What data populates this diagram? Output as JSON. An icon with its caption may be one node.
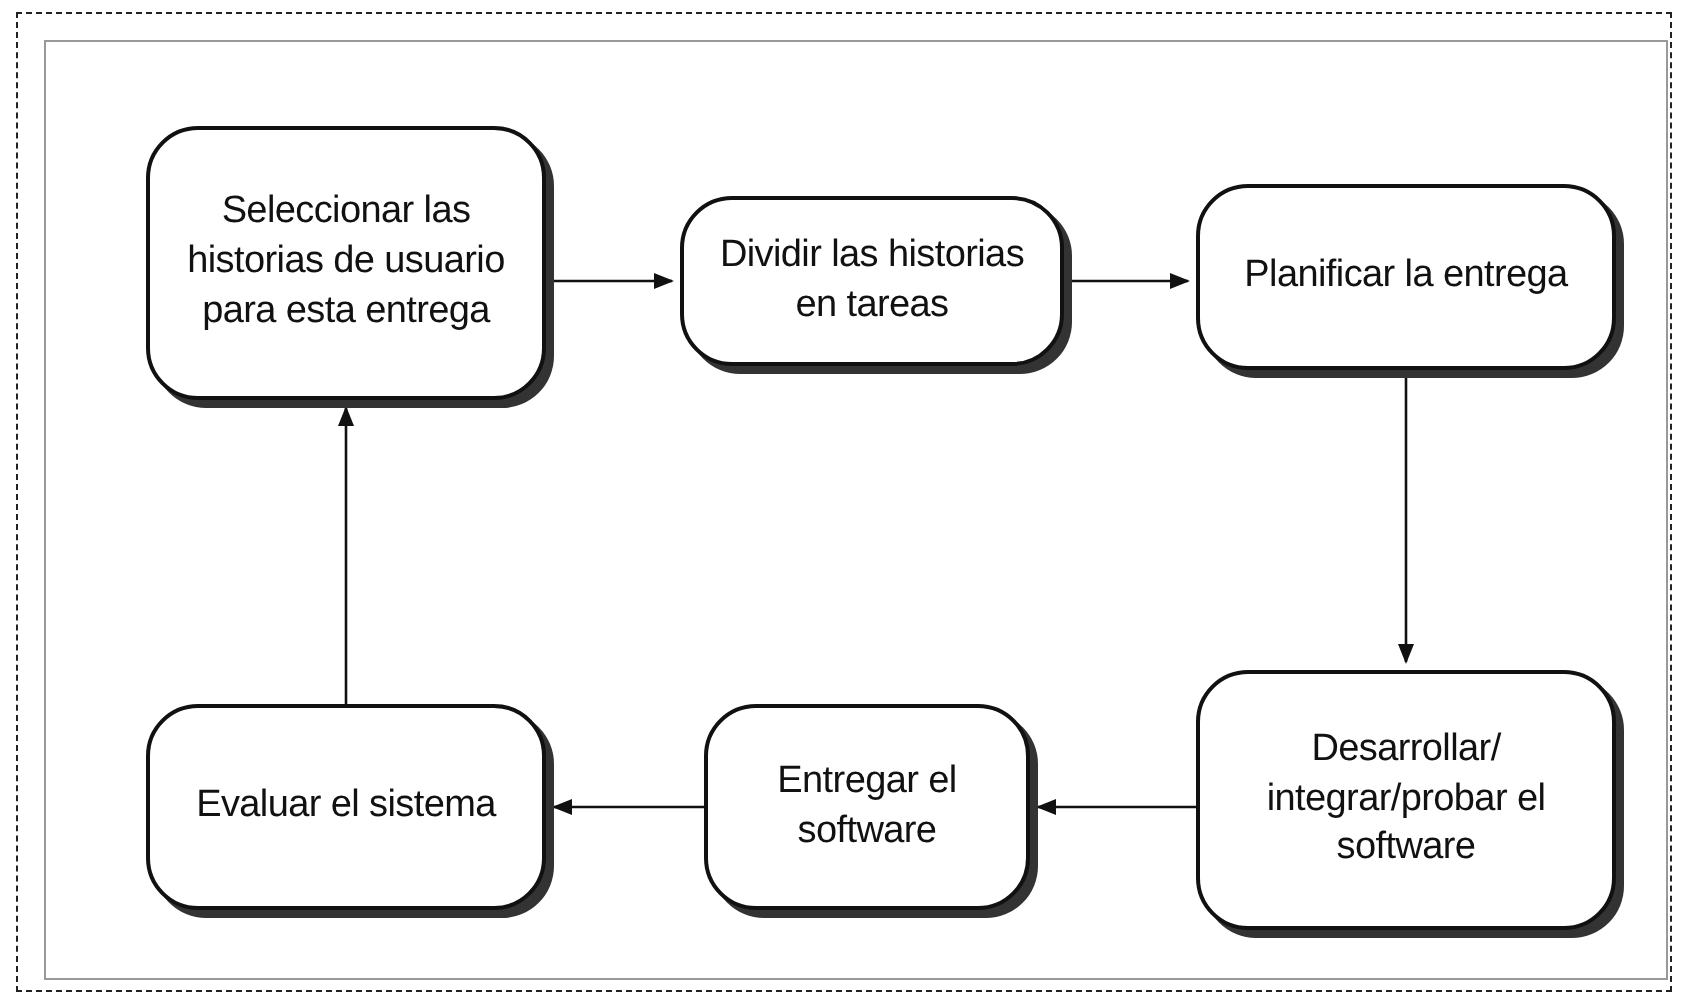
{
  "diagram": {
    "nodes": [
      {
        "text": [
          "Seleccionar las historias de usuario para esta entrega"
        ]
      },
      {
        "text": [
          "Dividir las historias en tareas"
        ]
      },
      {
        "text": [
          "Planificar la entrega"
        ]
      },
      {
        "text": [
          "Desarrollar/ integrar/probar el software"
        ]
      },
      {
        "text": [
          "Entregar el software"
        ]
      },
      {
        "text": [
          "Evaluar el sistema"
        ]
      }
    ],
    "edges": [
      {
        "from": 0,
        "to": 1,
        "arrow": "to"
      },
      {
        "from": 1,
        "to": 2,
        "arrow": "to"
      },
      {
        "from": 2,
        "to": 3,
        "arrow": "to"
      },
      {
        "from": 3,
        "to": 4,
        "arrow": "to"
      },
      {
        "from": 4,
        "to": 5,
        "arrow": "to"
      },
      {
        "from": 5,
        "to": 0,
        "arrow": "to"
      }
    ]
  }
}
